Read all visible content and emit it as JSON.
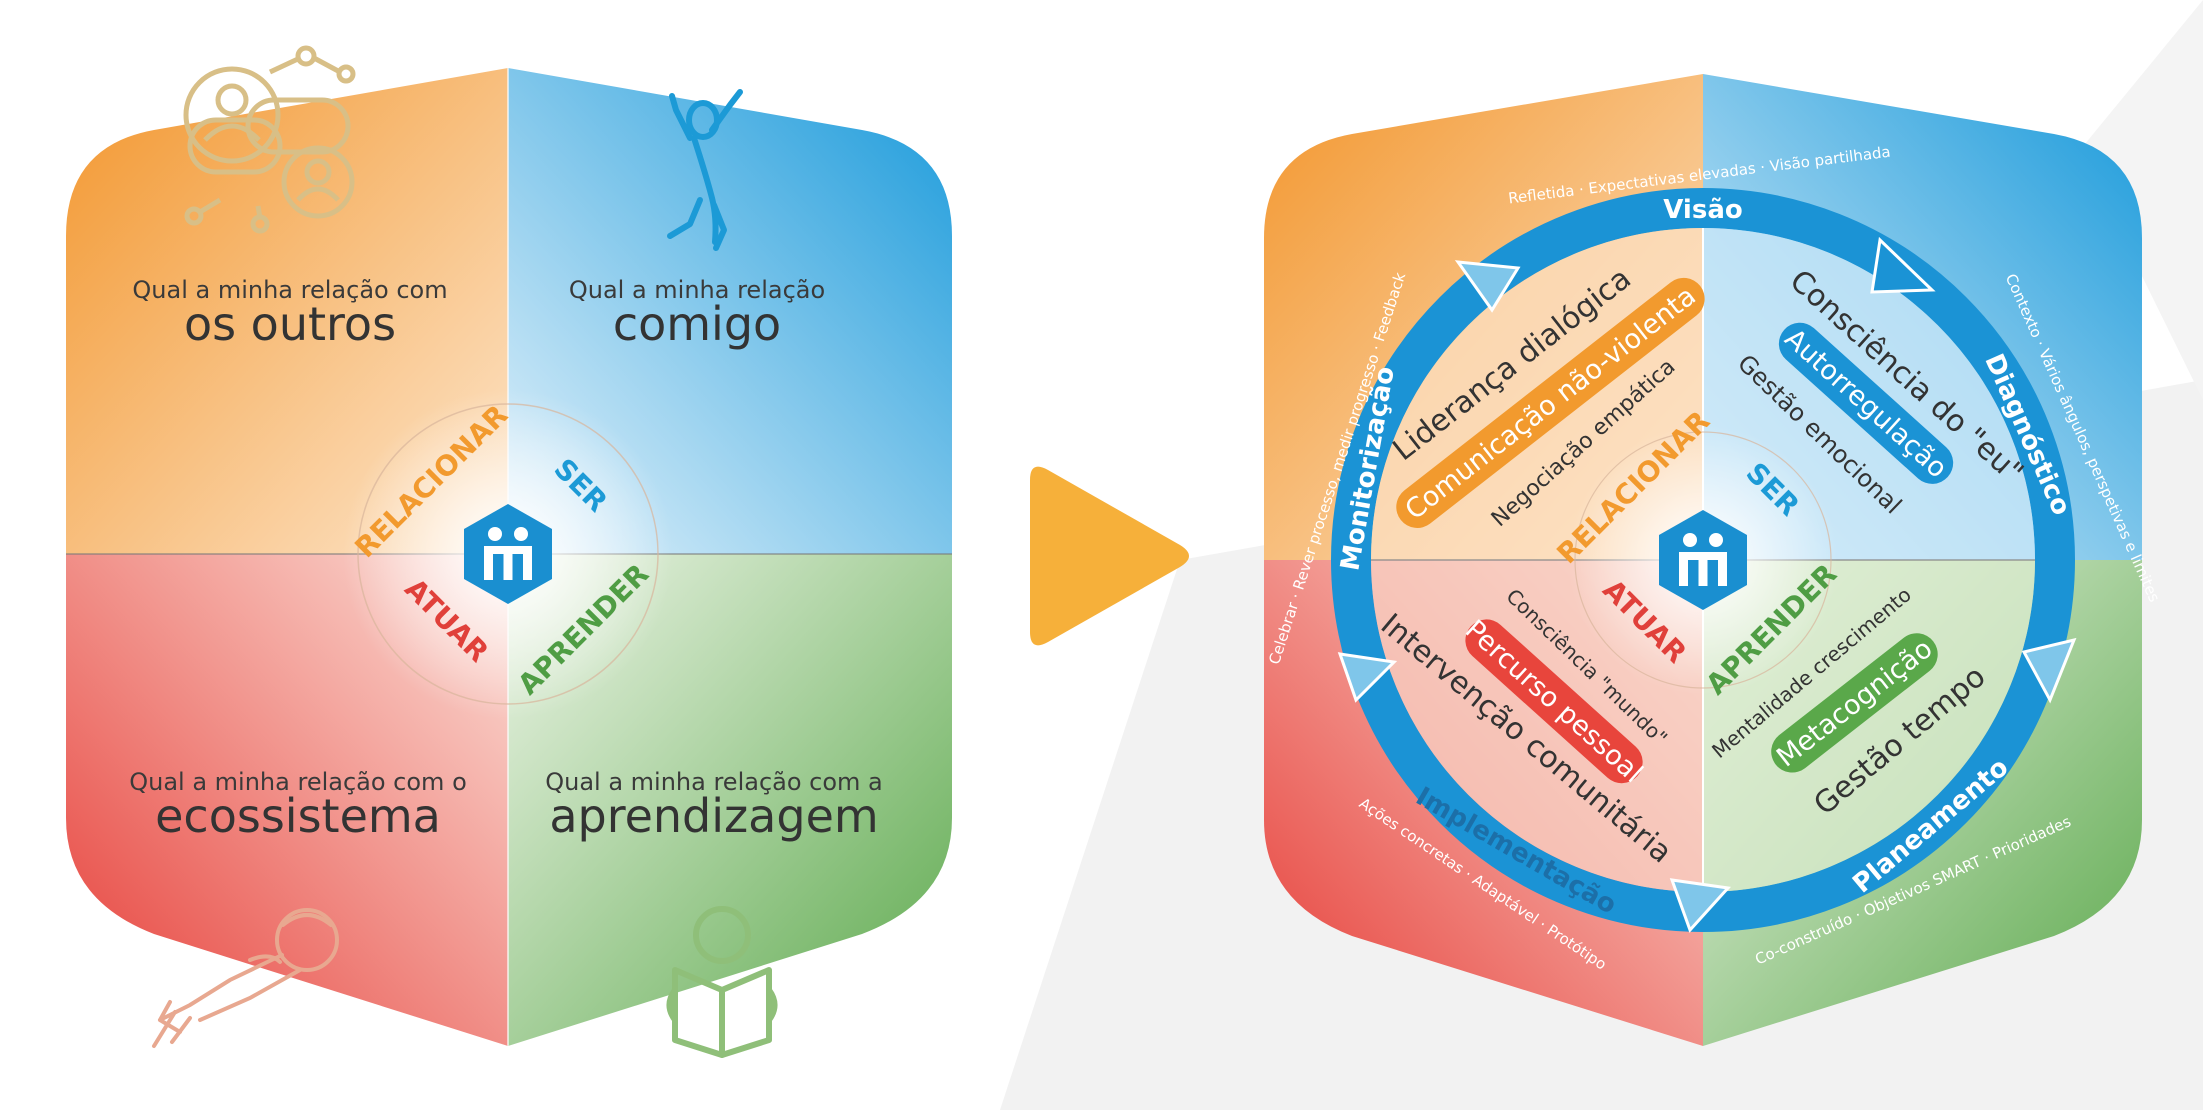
{
  "left": {
    "questions": {
      "tl_small": "Qual a minha relação com",
      "tl_big": "os outros",
      "tr_small": "Qual a minha relação",
      "tr_big": "comigo",
      "bl_small": "Qual a minha relação com o",
      "bl_big": "ecossistema",
      "br_small": "Qual a minha relação com a",
      "br_big": "aprendizagem"
    },
    "dimensions": {
      "relacionar": "RELACIONAR",
      "ser": "SER",
      "atuar": "ATUAR",
      "aprender": "APRENDER"
    }
  },
  "right": {
    "ring": {
      "visao": "Visão",
      "diagnostico": "Diagnóstico",
      "planeamento": "Planeamento",
      "implementacao": "Implementação",
      "monitorizacao": "Monitorização"
    },
    "outer": {
      "top": "Refletida · Expectativas elevadas · Visão partilhada",
      "right": "Contexto · Vários ângulos, perspetivas e limites",
      "bottom_right": "Co-construído · Objetivos SMART · Prioridades",
      "bottom_left": "Ações concretas · Adaptável · Protótipo",
      "left": "Celebrar · Rever processo, medir progresso · Feedback"
    },
    "tl": {
      "l1": "Liderança dialógica",
      "l2": "Comunicação não-violenta",
      "l3": "Negociação empática"
    },
    "tr": {
      "l1": "Consciência do \"eu\"",
      "l2": "Autorregulação",
      "l3": "Gestão emocional"
    },
    "bl": {
      "l1": "Consciência \"mundo\"",
      "l2": "Percurso pessoal",
      "l3": "Intervenção comunitária"
    },
    "br": {
      "l1": "Mentalidade crescimento",
      "l2": "Metacognição",
      "l3": "Gestão tempo"
    },
    "dimensions": {
      "relacionar": "RELACIONAR",
      "ser": "SER",
      "atuar": "ATUAR",
      "aprender": "APRENDER"
    }
  },
  "colors": {
    "orange": "#f29a2e",
    "blue": "#1c9ad6",
    "red": "#e8453c",
    "green": "#6db35a",
    "arrow": "#f6b03a",
    "logo": "#1a8fd0"
  }
}
